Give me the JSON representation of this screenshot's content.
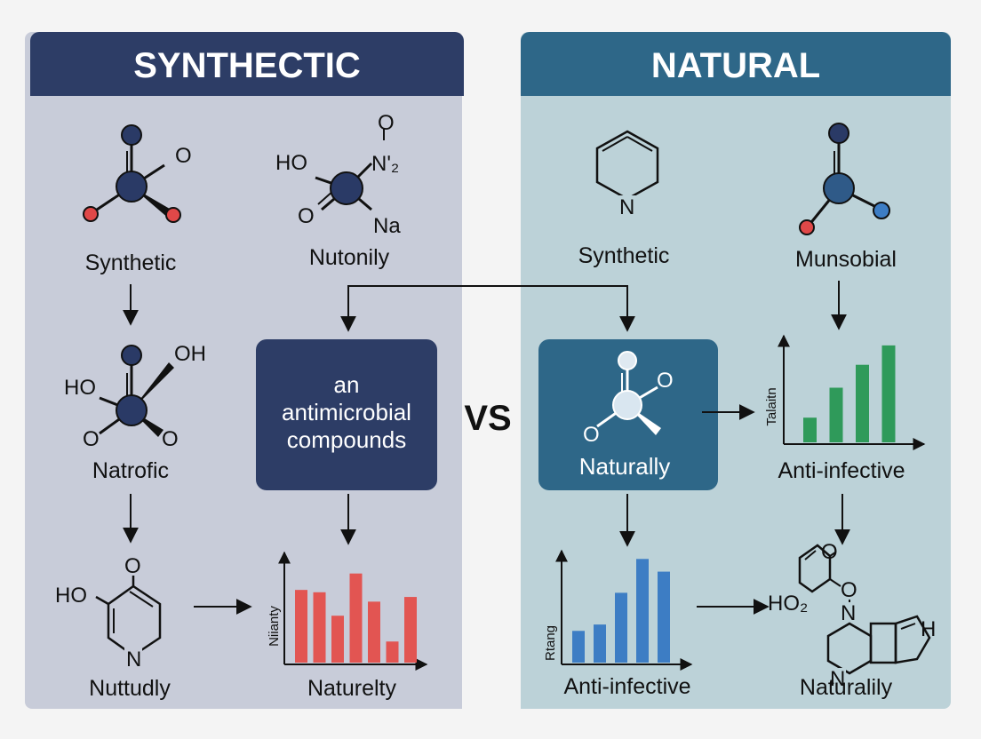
{
  "panels": {
    "left": {
      "title": "SYNTHECTIC",
      "color": "#2d3d66",
      "bg": "#c8ccd9",
      "labels": {
        "mol1": "Synthetic",
        "mol2": "Nutonily",
        "mol3": "Natrofic",
        "mol4": "Nuttudly",
        "chart": "Naturelty"
      },
      "box": {
        "lines": [
          "an",
          "antimicrobial",
          "compounds"
        ]
      },
      "chart_ylabel": "Niianty"
    },
    "right": {
      "title": "NATURAL",
      "color": "#2e6788",
      "bg": "#bcd2d8",
      "labels": {
        "mol1": "Synthetic",
        "mol2": "Munsobial",
        "chart_top": "Anti-infective",
        "chart_bottom": "Anti-infective",
        "mol3": "Naturalily"
      },
      "box": {
        "lines": [
          "Naturally"
        ]
      },
      "chart_top_ylabel": "Talaitn",
      "chart_bottom_ylabel": "Rtang"
    }
  },
  "center": {
    "vs": "VS"
  },
  "atoms": {
    "m1_o": "O",
    "m2_ho": "HO",
    "m2_o_top": "O",
    "m2_n2": "Nʹ₂",
    "m2_o": "O",
    "m2_na": "Na",
    "m3_oh": "OH",
    "m3_ho": "HO",
    "m3_o1": "O",
    "m3_o2": "O",
    "m4_o": "O",
    "m4_ho": "HO",
    "m4_n": "N",
    "r1_n": "N",
    "box_o1": "O",
    "box_o2": "O",
    "r3_o1": "O",
    "r3_o2": "O",
    "r3_ho": "HO₂",
    "r3_n1": "N",
    "r3_n2": "N",
    "r3_h": "H"
  },
  "chart_data": [
    {
      "type": "bar",
      "panel": "left",
      "ylabel": "Niianty",
      "xlabel": "Naturelty",
      "values": [
        6.2,
        6.0,
        4.0,
        7.6,
        5.2,
        1.8,
        5.6
      ],
      "ylim": [
        0,
        10
      ],
      "color": "#e25552"
    },
    {
      "type": "bar",
      "panel": "right-top",
      "ylabel": "Talaitn",
      "xlabel": "Anti-infective",
      "values": [
        2.8,
        6.2,
        8.8,
        11.0
      ],
      "ylim": [
        0,
        12.5
      ],
      "color": "#2f9a5a"
    },
    {
      "type": "bar",
      "panel": "right-bottom",
      "ylabel": "Rtang",
      "xlabel": "Anti-infective",
      "values": [
        3.0,
        3.6,
        6.6,
        9.8,
        8.6
      ],
      "ylim": [
        0,
        11
      ],
      "color": "#3d7dc4"
    }
  ]
}
